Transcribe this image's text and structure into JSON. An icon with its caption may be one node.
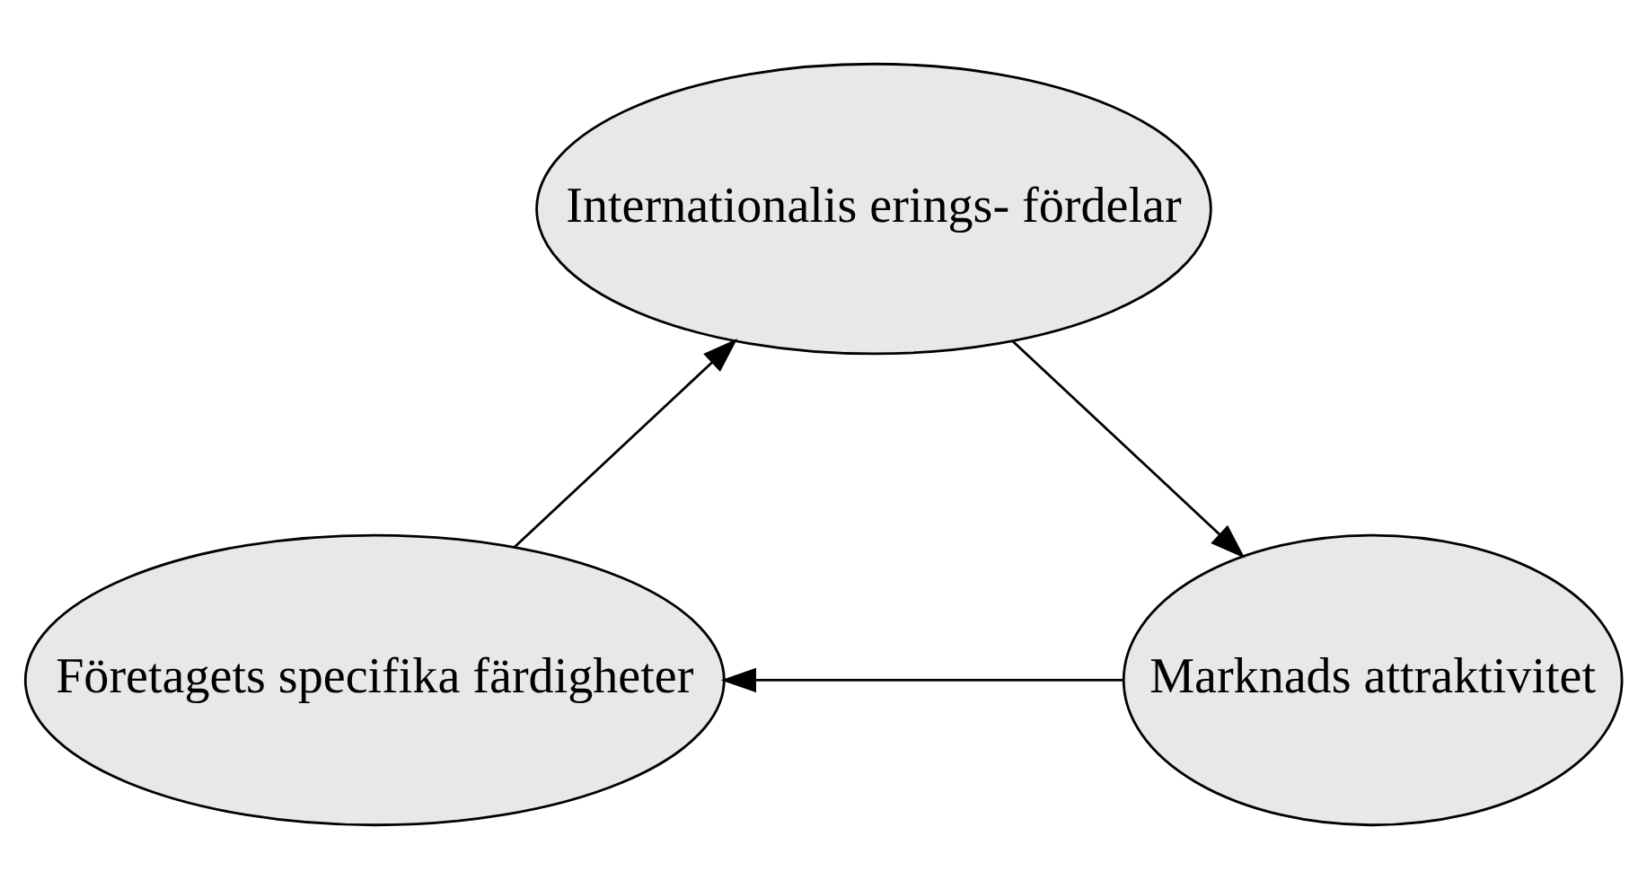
{
  "diagram": {
    "nodes": [
      {
        "text": [
          "Internationalis erings- fördelar"
        ]
      },
      {
        "text": [
          "Marknads attraktivitet"
        ]
      },
      {
        "text": [
          "Företagets specifika färdigheter"
        ]
      }
    ],
    "edges": [
      {
        "from": 2,
        "to": 0,
        "arrow": "to"
      },
      {
        "from": 0,
        "to": 1,
        "arrow": "to"
      },
      {
        "from": 1,
        "to": 2,
        "arrow": "to"
      }
    ]
  }
}
